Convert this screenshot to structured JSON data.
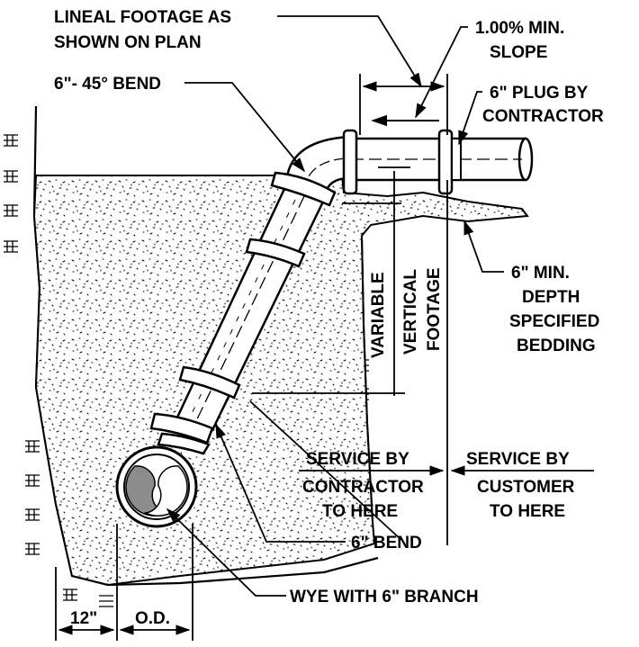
{
  "labels": {
    "lineal_footage_1": "LINEAL FOOTAGE AS",
    "lineal_footage_2": "SHOWN ON PLAN",
    "slope_1": "1.00% MIN.",
    "slope_2": "SLOPE",
    "bend45": "6\"- 45° BEND",
    "plug_1": "6\" PLUG BY",
    "plug_2": "CONTRACTOR",
    "vertical_1": "VARIABLE",
    "vertical_2": "VERTICAL",
    "vertical_3": "FOOTAGE",
    "depth_1": "6\" MIN.",
    "depth_2": "DEPTH",
    "depth_3": "SPECIFIED",
    "depth_4": "BEDDING",
    "contractor_1": "SERVICE BY",
    "contractor_2": "CONTRACTOR",
    "contractor_3": "TO HERE",
    "customer_1": "SERVICE BY",
    "customer_2": "CUSTOMER",
    "customer_3": "TO HERE",
    "bend6": "6\" BEND",
    "wye": "WYE WITH 6\" BRANCH",
    "dim_12": "12\"",
    "dim_od": "O.D."
  },
  "colors": {
    "line": "#000000",
    "bedding_fill": "#ffffff",
    "wye_shade": "#8c8c8c",
    "background": "#ffffff"
  }
}
